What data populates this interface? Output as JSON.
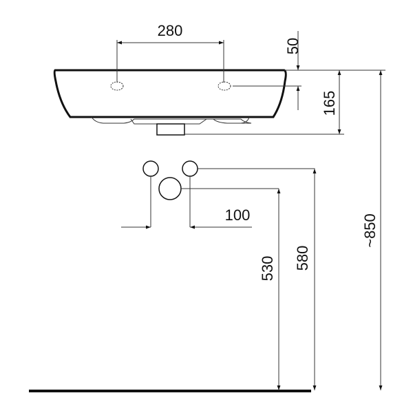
{
  "drawing": {
    "dimensions": {
      "tap_hole_spacing": "280",
      "tap_hole_depth": "50",
      "basin_height": "165",
      "rim_height": "~850",
      "waste_spacing": "100",
      "supply_height": "580",
      "waste_height": "530"
    },
    "colors": {
      "line": "#111111",
      "background": "#ffffff"
    }
  }
}
